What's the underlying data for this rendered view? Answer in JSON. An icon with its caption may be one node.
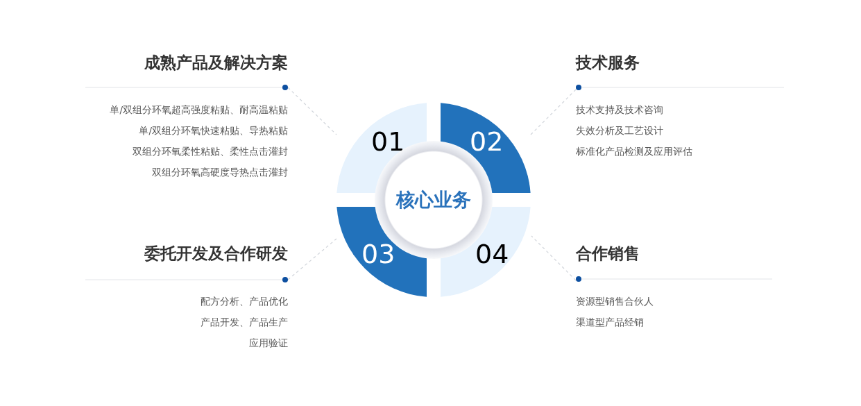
{
  "diagram": {
    "nodes": [
      {
        "text": [
          "核心业务"
        ]
      },
      {
        "text": [
          "01"
        ]
      },
      {
        "text": [
          "02"
        ]
      },
      {
        "text": [
          "03"
        ]
      },
      {
        "text": [
          "04"
        ]
      },
      {
        "text": [
          "成熟产品及解决方案",
          "单/双组分环氧超高强度粘贴、耐高温粘贴",
          "单/双组分环氧快速粘贴、导热粘贴",
          "双组分环氧柔性粘贴、柔性点击灌封",
          "双组分环氧高硬度导热点击灌封"
        ]
      },
      {
        "text": [
          "技术服务",
          "技术支持及技术咨询",
          "失效分析及工艺设计",
          "标准化产品检测及应用评估"
        ]
      },
      {
        "text": [
          "委托开发及合作研发",
          "配方分析、产品优化",
          "产品开发、产品生产",
          "应用验证"
        ]
      },
      {
        "text": [
          "合作销售",
          "资源型销售合伙人",
          "渠道型产品经销"
        ]
      }
    ],
    "edges": [
      {
        "from": 5,
        "to": 1,
        "arrow": "none",
        "style": "dashed"
      },
      {
        "from": 6,
        "to": 2,
        "arrow": "none",
        "style": "dashed"
      },
      {
        "from": 7,
        "to": 3,
        "arrow": "none",
        "style": "dashed"
      },
      {
        "from": 8,
        "to": 4,
        "arrow": "none",
        "style": "dashed"
      }
    ]
  }
}
